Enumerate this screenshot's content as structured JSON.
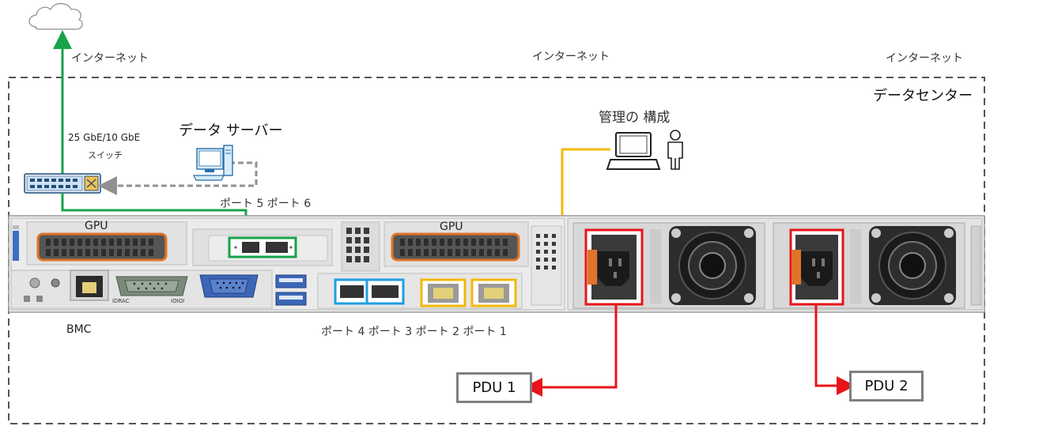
{
  "labels": {
    "internet_left": "インターネット",
    "internet_center": "インターネット",
    "internet_right": "インターネット",
    "datacenter": "データセンター",
    "switch_speed": "25 GbE/10 GbE",
    "switch_name": "スイッチ",
    "data_server": "データ サーバー",
    "management": "管理の 構成",
    "ports_5_6": "ポート 5 ポート 6",
    "gpu_left": "GPU",
    "gpu_right": "GPU",
    "bmc": "BMC",
    "ports_4_1": "ポート 4 ポート 3 ポート 2 ポート 1",
    "pdu1": "PDU 1",
    "pdu2": "PDU 2",
    "idrac": "iDRAC",
    "ioioi": "IOIOI"
  },
  "colors": {
    "network": "#16a34a",
    "management": "#f2b90c",
    "power": "#e8141a",
    "data_link": "#909090",
    "gpu_outline": "#e0742a",
    "port_blue": "#1e9fe0",
    "dashed_border": "#555555",
    "pdu_border": "#7f7f7f"
  },
  "icons": {
    "cloud": "cloud-icon",
    "switch": "network-switch-icon",
    "server_pc": "desktop-computer-icon",
    "laptop": "laptop-icon",
    "person": "person-icon",
    "power_socket": "power-inlet-icon",
    "fan": "fan-icon",
    "rj45": "ethernet-port-icon",
    "serial": "serial-port-icon",
    "vga": "vga-port-icon",
    "usb": "usb-port-icon"
  }
}
